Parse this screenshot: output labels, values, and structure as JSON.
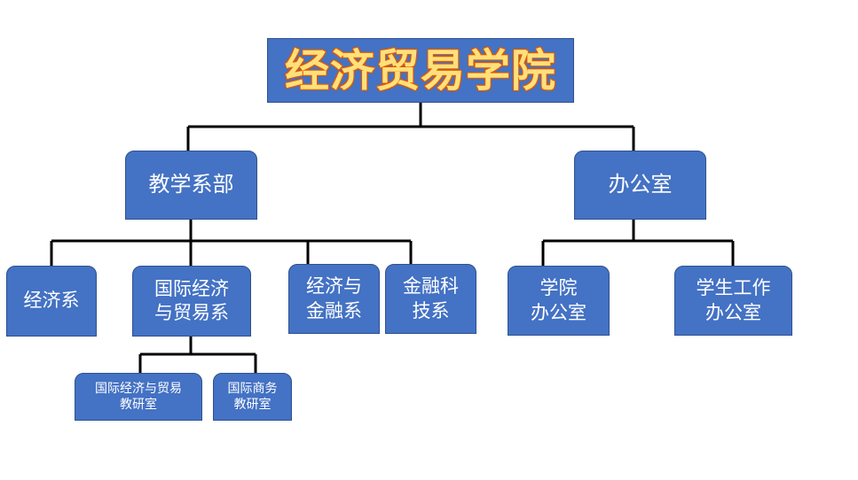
{
  "org_chart": {
    "root": {
      "label": "经济贸易学院"
    },
    "teaching_dept": {
      "label": "教学系部"
    },
    "office": {
      "label": "办公室"
    },
    "economics": {
      "label": "经济系"
    },
    "intl_econ_trade_dept": {
      "label": "国际经济\n与贸易系"
    },
    "econ_finance": {
      "label": "经济与\n金融系"
    },
    "fintech": {
      "label": "金融科\n技系"
    },
    "college_office": {
      "label": "学院\n办公室"
    },
    "student_affairs_office": {
      "label": "学生工作\n办公室"
    },
    "intl_econ_trade_section": {
      "label": "国际经济与贸易\n教研室"
    },
    "intl_business_section": {
      "label": "国际商务\n教研室"
    }
  },
  "colors": {
    "node_fill": "#4472C4",
    "node_border": "#2F528F",
    "title_text": "#FFE07A",
    "title_outline": "#E05A00",
    "connector": "#000000"
  }
}
